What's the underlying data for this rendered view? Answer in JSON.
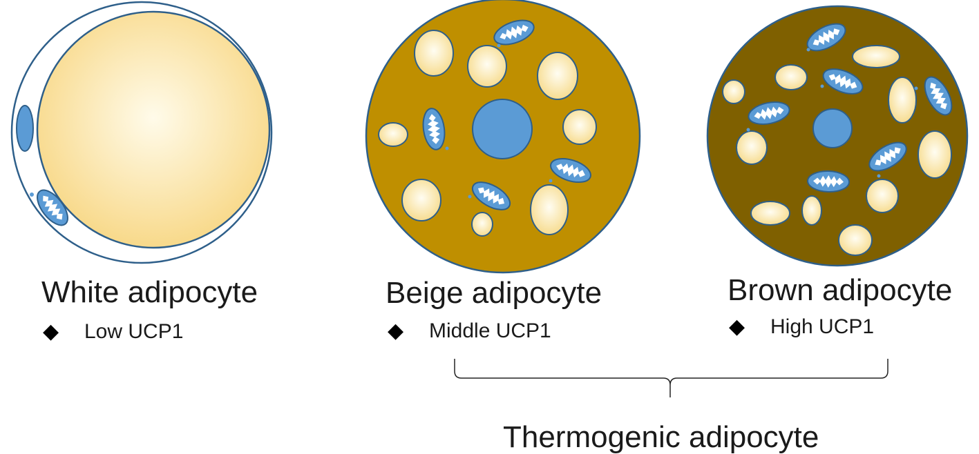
{
  "cells": [
    {
      "id": "white",
      "title": "White adipocyte",
      "ucp1": "Low UCP1",
      "bullet": "◆",
      "cytoplasm_color": "#ffffff",
      "lipid_color": "#f8df93"
    },
    {
      "id": "beige",
      "title": "Beige adipocyte",
      "ucp1": "Middle UCP1",
      "bullet": "◆",
      "cytoplasm_color": "#bf8f00",
      "lipid_color": "#fbe7a6"
    },
    {
      "id": "brown",
      "title": "Brown adipocyte",
      "ucp1": "High UCP1",
      "bullet": "◆",
      "cytoplasm_color": "#7f6000",
      "lipid_color": "#fbe7a6"
    }
  ],
  "group": {
    "label": "Thermogenic adipocyte"
  },
  "colors": {
    "membrane": "#2e5f8a",
    "nucleus": "#5b9bd5",
    "mitochondria_fill": "#5b9bd5",
    "cristae": "#ffffff"
  }
}
